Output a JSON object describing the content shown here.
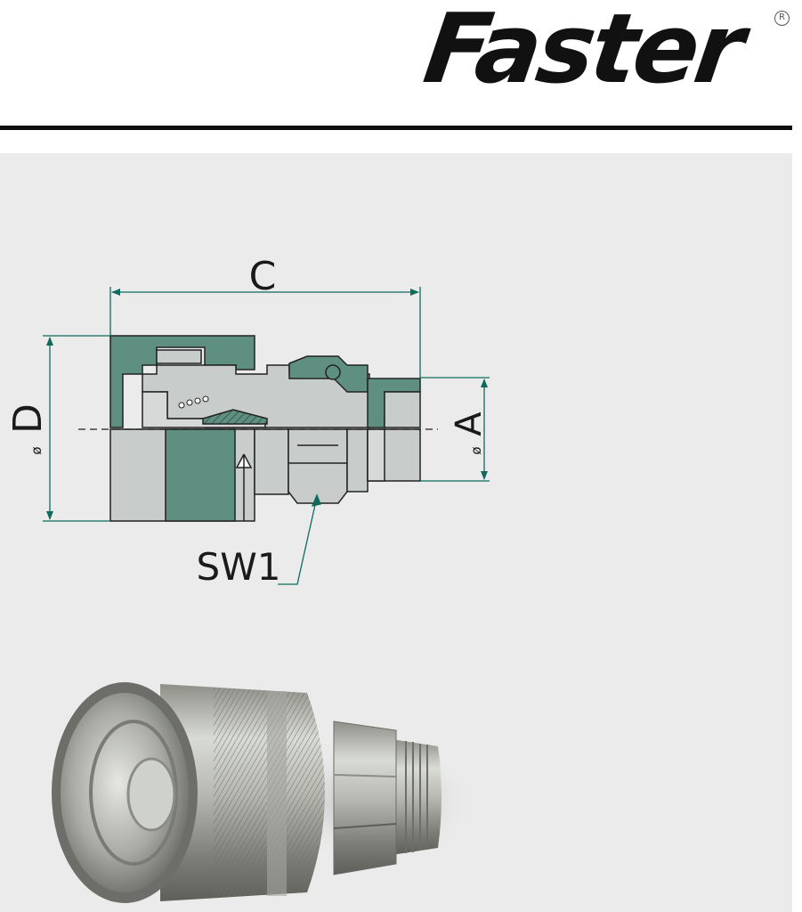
{
  "header": {
    "brand": "Faster",
    "registered": "R"
  },
  "drawing": {
    "dimensions": {
      "length": "C",
      "outer_diameter": "D",
      "thread_diameter": "A",
      "diameter_symbol": "ø",
      "wrench_size": "SW1"
    }
  },
  "colors": {
    "section_fill": "#5e8f80",
    "body_fill": "#c8ccca",
    "dimension_line": "#0e6b5c",
    "panel_background": "#ebebeb"
  },
  "photo": {
    "subject": "quick-coupling-photo"
  }
}
